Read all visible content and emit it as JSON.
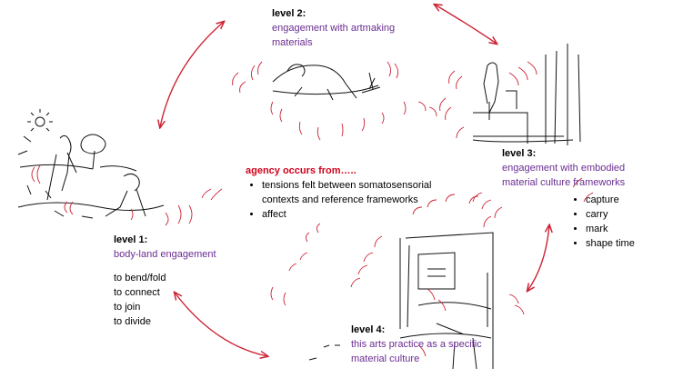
{
  "level1": {
    "title": "level 1:",
    "subtitle": "body-land engagement",
    "verbs": [
      "to bend/fold",
      "to connect",
      "to join",
      "to divide"
    ]
  },
  "level2": {
    "title": "level 2:",
    "subtitle_line1": "engagement with artmaking",
    "subtitle_line2": "materials"
  },
  "level3": {
    "title": "level 3:",
    "subtitle_line1": "engagement with embodied",
    "subtitle_line2": "material culture frameworks",
    "bullets": [
      "capture",
      "carry",
      "mark",
      "shape time"
    ]
  },
  "level4": {
    "title": "level 4:",
    "subtitle_line1": "this arts practice as a specific",
    "subtitle_line2": "material culture"
  },
  "center": {
    "heading": "agency occurs from…..",
    "bullet1_line1": "tensions felt between somatosensorial",
    "bullet1_line2": "contexts and reference frameworks",
    "bullet2": "affect"
  },
  "colors": {
    "arrow": "#cc2233",
    "purple_text": "#6a2c91",
    "red_text": "#d0021b",
    "sketch": "#111111"
  }
}
